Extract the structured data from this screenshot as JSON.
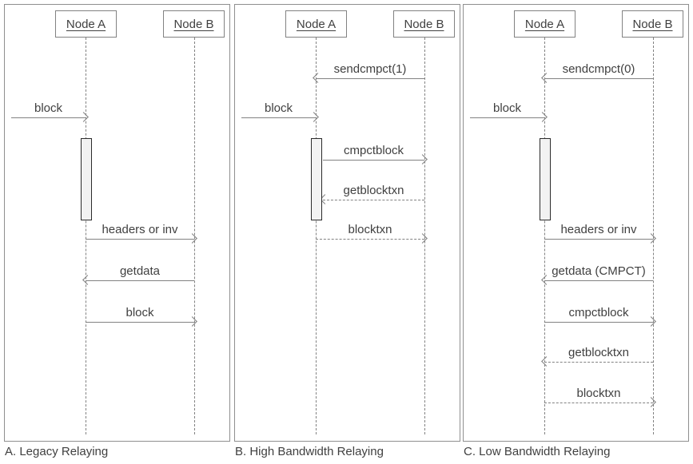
{
  "diagram": {
    "panels": [
      {
        "caption": "A. Legacy Relaying",
        "actor_a": "Node A",
        "actor_b": "Node B",
        "activation_bar": true,
        "messages": [
          {
            "label": "block",
            "from": "external",
            "to": "a",
            "style": "solid",
            "row": 1
          },
          {
            "label": "headers or inv",
            "from": "a",
            "to": "b",
            "style": "solid",
            "row": 4
          },
          {
            "label": "getdata",
            "from": "b",
            "to": "a",
            "style": "solid",
            "row": 5
          },
          {
            "label": "block",
            "from": "a",
            "to": "b",
            "style": "solid",
            "row": 6
          }
        ]
      },
      {
        "caption": "B. High Bandwidth Relaying",
        "actor_a": "Node A",
        "actor_b": "Node B",
        "activation_bar": true,
        "messages": [
          {
            "label": "sendcmpct(1)",
            "from": "b",
            "to": "a",
            "style": "solid",
            "row": 0
          },
          {
            "label": "block",
            "from": "external",
            "to": "a",
            "style": "solid",
            "row": 1
          },
          {
            "label": "cmpctblock",
            "from": "a",
            "to": "b",
            "style": "solid",
            "row": 2
          },
          {
            "label": "getblocktxn",
            "from": "b",
            "to": "a",
            "style": "dashed",
            "row": 3
          },
          {
            "label": "blocktxn",
            "from": "a",
            "to": "b",
            "style": "dashed",
            "row": 4
          }
        ]
      },
      {
        "caption": "C. Low Bandwidth Relaying",
        "actor_a": "Node A",
        "actor_b": "Node B",
        "activation_bar": true,
        "messages": [
          {
            "label": "sendcmpct(0)",
            "from": "b",
            "to": "a",
            "style": "solid",
            "row": 0
          },
          {
            "label": "block",
            "from": "external",
            "to": "a",
            "style": "solid",
            "row": 1
          },
          {
            "label": "headers or inv",
            "from": "a",
            "to": "b",
            "style": "solid",
            "row": 4
          },
          {
            "label": "getdata (CMPCT)",
            "from": "b",
            "to": "a",
            "style": "solid",
            "row": 5
          },
          {
            "label": "cmpctblock",
            "from": "a",
            "to": "b",
            "style": "solid",
            "row": 6
          },
          {
            "label": "getblocktxn",
            "from": "b",
            "to": "a",
            "style": "dashed",
            "row": 7
          },
          {
            "label": "blocktxn",
            "from": "a",
            "to": "b",
            "style": "dashed",
            "row": 8
          }
        ]
      }
    ],
    "colors": {
      "line": "#828282",
      "text": "#404040",
      "frame_border": "#8f8f8f",
      "activation_fill": "#f2f2f2",
      "activation_border": "#2b2b2b"
    }
  }
}
